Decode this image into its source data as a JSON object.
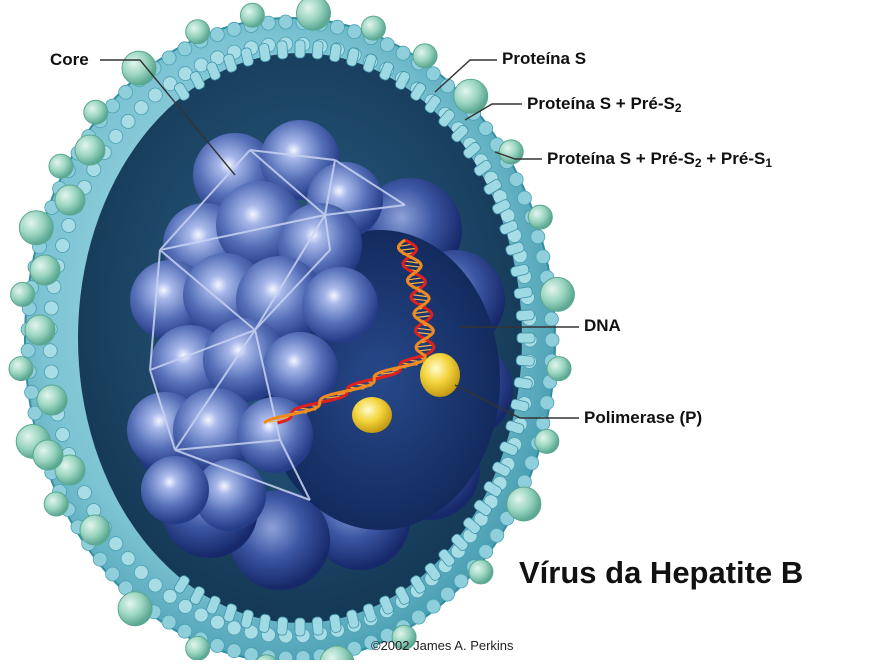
{
  "labels": {
    "core": "Core",
    "protein_s": "Proteína S",
    "protein_s_pre_s2": {
      "main": "Proteína S + Pré-S",
      "sub": "2"
    },
    "protein_s_pre_s2_s1": {
      "main_a": "Proteína S + Pré-S",
      "sub_a": "2",
      "main_b": " + Pré-S",
      "sub_b": "1"
    },
    "dna": "DNA",
    "polymerase": "Polimerase (P)"
  },
  "title": "Vírus da Hepatite B",
  "credit": "©2002 James A. Perkins",
  "colors": {
    "membrane": "#8fd0dc",
    "membrane_dark": "#2f8ea0",
    "surface_protein": "#9ed8c4",
    "capsid": "#5a78c0",
    "capsid_dark": "#2b3f8a",
    "interior": "#1a3569",
    "dna_red": "#e0201c",
    "dna_orange": "#f08a1e",
    "polymerase": "#f3d23a",
    "leader_line": "#333333"
  }
}
